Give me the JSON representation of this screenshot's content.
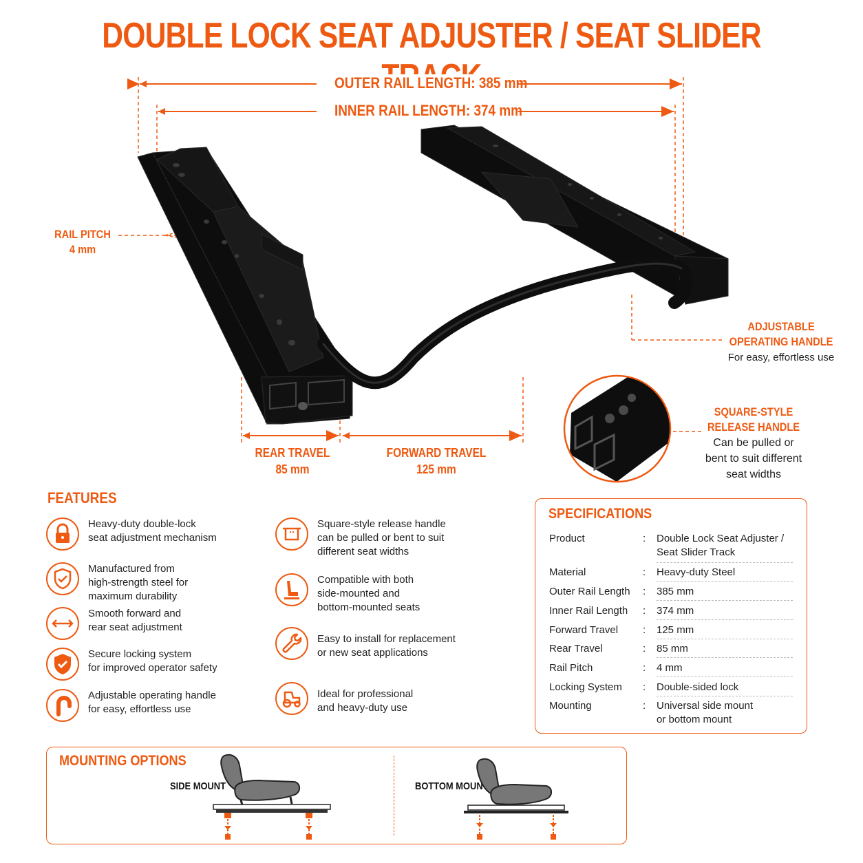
{
  "title": "DOUBLE LOCK SEAT ADJUSTER / SEAT SLIDER TRACK",
  "dimensions": {
    "outer_rail": "OUTER RAIL LENGTH: 385 mm",
    "inner_rail": "INNER RAIL LENGTH: 374 mm"
  },
  "callouts": {
    "rail_pitch_title": "RAIL PITCH",
    "rail_pitch_value": "4 mm",
    "handle_title_1": "ADJUSTABLE",
    "handle_title_2": "OPERATING HANDLE",
    "handle_sub": "For easy, effortless use",
    "square_title_1": "SQUARE-STYLE",
    "square_title_2": "RELEASE HANDLE",
    "square_sub_1": "Can be pulled or",
    "square_sub_2": "bent to suit different",
    "square_sub_3": "seat widths",
    "rear_travel_title": "REAR TRAVEL",
    "rear_travel_value": "85 mm",
    "forward_travel_title": "FORWARD TRAVEL",
    "forward_travel_value": "125 mm"
  },
  "features": {
    "heading": "FEATURES",
    "items": [
      {
        "icon": "lock-icon",
        "lines": [
          "Heavy-duty double-lock",
          "seat adjustment mechanism"
        ]
      },
      {
        "icon": "shield-check-icon",
        "lines": [
          "Manufactured from",
          "high-strength steel for",
          "maximum durability"
        ]
      },
      {
        "icon": "double-arrow-icon",
        "lines": [
          "Smooth forward and",
          "rear seat adjustment"
        ]
      },
      {
        "icon": "shield-filled-icon",
        "lines": [
          "Secure locking system",
          "for improved operator safety"
        ]
      },
      {
        "icon": "bent-handle-icon",
        "lines": [
          "Adjustable operating handle",
          "for easy, effortless use"
        ]
      },
      {
        "icon": "square-handle-icon",
        "lines": [
          "Square-style release handle",
          "can be pulled or bent to suit",
          "different seat widths"
        ]
      },
      {
        "icon": "seat-icon",
        "lines": [
          "Compatible with both",
          "side-mounted and",
          "bottom-mounted seats"
        ]
      },
      {
        "icon": "wrench-icon",
        "lines": [
          "Easy to install for replacement",
          "or new seat applications"
        ]
      },
      {
        "icon": "tractor-icon",
        "lines": [
          "Ideal for professional",
          "and heavy-duty use"
        ]
      }
    ]
  },
  "specifications": {
    "heading": "SPECIFICATIONS",
    "rows": [
      {
        "key": "Product",
        "value_lines": [
          "Double Lock Seat Adjuster /",
          "Seat Slider Track"
        ]
      },
      {
        "key": "Material",
        "value_lines": [
          "Heavy-duty Steel"
        ]
      },
      {
        "key": "Outer Rail Length",
        "value_lines": [
          "385 mm"
        ]
      },
      {
        "key": "Inner Rail Length",
        "value_lines": [
          "374 mm"
        ]
      },
      {
        "key": "Forward Travel",
        "value_lines": [
          "125 mm"
        ]
      },
      {
        "key": "Rear Travel",
        "value_lines": [
          "85 mm"
        ]
      },
      {
        "key": "Rail Pitch",
        "value_lines": [
          "4 mm"
        ]
      },
      {
        "key": "Locking System",
        "value_lines": [
          "Double-sided lock"
        ]
      },
      {
        "key": "Mounting",
        "value_lines": [
          "Universal side mount",
          "or bottom mount"
        ]
      }
    ],
    "separator": ":"
  },
  "mounting": {
    "heading": "MOUNTING OPTIONS",
    "side": "SIDE MOUNT",
    "bottom": "BOTTOM MOUNT"
  },
  "colors": {
    "accent": "#ee5a12",
    "product": "#111111"
  }
}
